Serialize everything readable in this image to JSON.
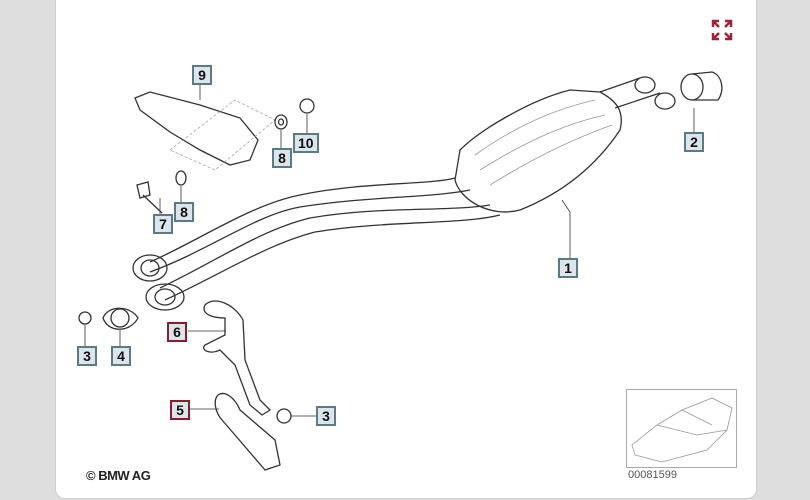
{
  "diagram": {
    "copyright": "© BMW AG",
    "figure_number": "00081599",
    "accent_color": "#8a1c2c",
    "parts": [
      {
        "number": "1",
        "highlighted": false
      },
      {
        "number": "2",
        "highlighted": false
      },
      {
        "number": "3",
        "highlighted": false
      },
      {
        "number": "4",
        "highlighted": false
      },
      {
        "number": "5",
        "highlighted": true
      },
      {
        "number": "6",
        "highlighted": true
      },
      {
        "number": "3",
        "highlighted": false
      },
      {
        "number": "7",
        "highlighted": false
      },
      {
        "number": "8",
        "highlighted": false
      },
      {
        "number": "8",
        "highlighted": false
      },
      {
        "number": "9",
        "highlighted": false
      },
      {
        "number": "10",
        "highlighted": false
      }
    ],
    "expand_icon": "expand-arrows-icon"
  }
}
